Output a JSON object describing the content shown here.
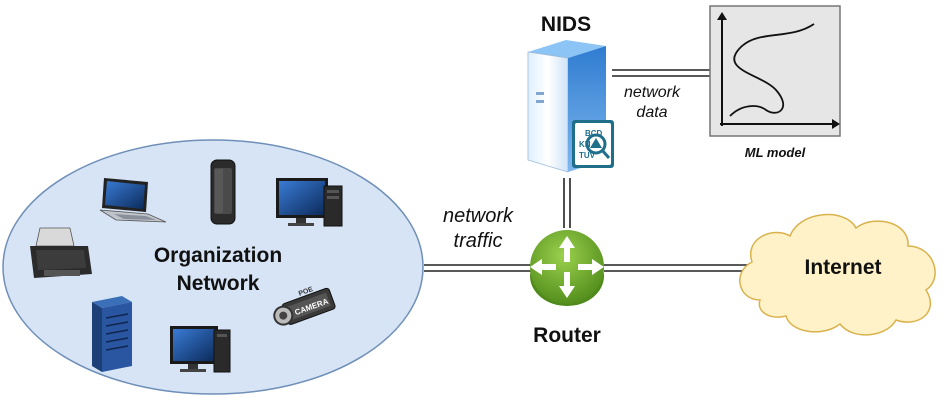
{
  "labels": {
    "nids": "NIDS",
    "network_data_line1": "network",
    "network_data_line2": "data",
    "ml_model": "ML model",
    "org_line1": "Organization",
    "org_line2": "Network",
    "traffic_line1": "network",
    "traffic_line2": "traffic",
    "router": "Router",
    "internet": "Internet",
    "camera_text": "CAMERA",
    "poe_text": "POE",
    "ids_letters_1": "BCD",
    "ids_letters_2": "KN",
    "ids_letters_3": "TUV"
  },
  "colors": {
    "org_fill": "#d6e4f5",
    "org_stroke": "#6f8fb8",
    "cloud_fill": "#fff2c8",
    "cloud_stroke": "#d9b24d",
    "router_fill": "#6fae2c",
    "router_dark": "#4f8a1a",
    "server_blue": "#4a8fd8",
    "ids_badge": "#1f6f8b"
  },
  "icons": [
    "server-icon",
    "ids-badge-icon",
    "ml-chart-icon",
    "laptop-icon",
    "smartphone-icon",
    "desktop-icon",
    "printer-icon",
    "tower-server-icon",
    "camera-icon",
    "router-icon",
    "cloud-icon"
  ]
}
